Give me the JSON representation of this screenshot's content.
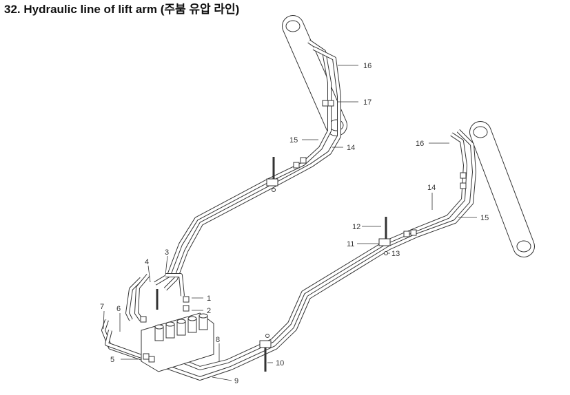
{
  "title": "32. Hydraulic line of lift arm (주붐 유압 라인)",
  "callouts": [
    {
      "id": "c16a",
      "label": "16"
    },
    {
      "id": "c17",
      "label": "17"
    },
    {
      "id": "c15a",
      "label": "15"
    },
    {
      "id": "c14a",
      "label": "14"
    },
    {
      "id": "c16b",
      "label": "16"
    },
    {
      "id": "c14b",
      "label": "14"
    },
    {
      "id": "c15b",
      "label": "15"
    },
    {
      "id": "c12",
      "label": "12"
    },
    {
      "id": "c11",
      "label": "11"
    },
    {
      "id": "c13",
      "label": "13"
    },
    {
      "id": "c3",
      "label": "3"
    },
    {
      "id": "c4",
      "label": "4"
    },
    {
      "id": "c1",
      "label": "1"
    },
    {
      "id": "c2",
      "label": "2"
    },
    {
      "id": "c7",
      "label": "7"
    },
    {
      "id": "c6",
      "label": "6"
    },
    {
      "id": "c8",
      "label": "8"
    },
    {
      "id": "c5",
      "label": "5"
    },
    {
      "id": "c10",
      "label": "10"
    },
    {
      "id": "c9",
      "label": "9"
    }
  ],
  "colors": {
    "line": "#333333",
    "background": "#ffffff"
  }
}
